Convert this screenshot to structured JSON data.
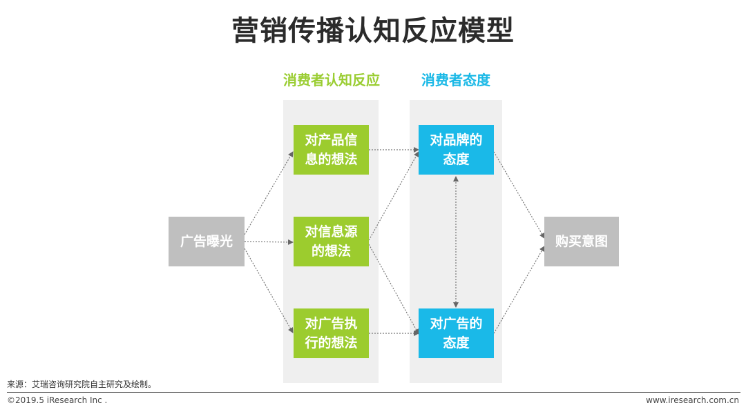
{
  "title": "营销传播认知反应模型",
  "columns": {
    "cognitive": {
      "label": "消费者认知反应",
      "color": "#9acd32"
    },
    "attitude": {
      "label": "消费者态度",
      "color": "#19b8e6"
    }
  },
  "nodes": {
    "exposure": {
      "label": "广告曝光",
      "color": "#bfbfbf"
    },
    "product_thoughts": {
      "label": "对产品信\n息的想法",
      "color": "#9ccc2e"
    },
    "source_thoughts": {
      "label": "对信息源\n的想法",
      "color": "#9ccc2e"
    },
    "execution_thoughts": {
      "label": "对广告执\n行的想法",
      "color": "#9ccc2e"
    },
    "brand_attitude": {
      "label": "对品牌的\n态度",
      "color": "#1ab9e8"
    },
    "ad_attitude": {
      "label": "对广告的\n态度",
      "color": "#1ab9e8"
    },
    "purchase_intent": {
      "label": "购买意图",
      "color": "#bfbfbf"
    }
  },
  "footer": {
    "source": "来源：艾瑞咨询研究院自主研究及绘制。",
    "copyright": "©2019.5 iResearch Inc .",
    "website": "www.iresearch.com.cn"
  }
}
